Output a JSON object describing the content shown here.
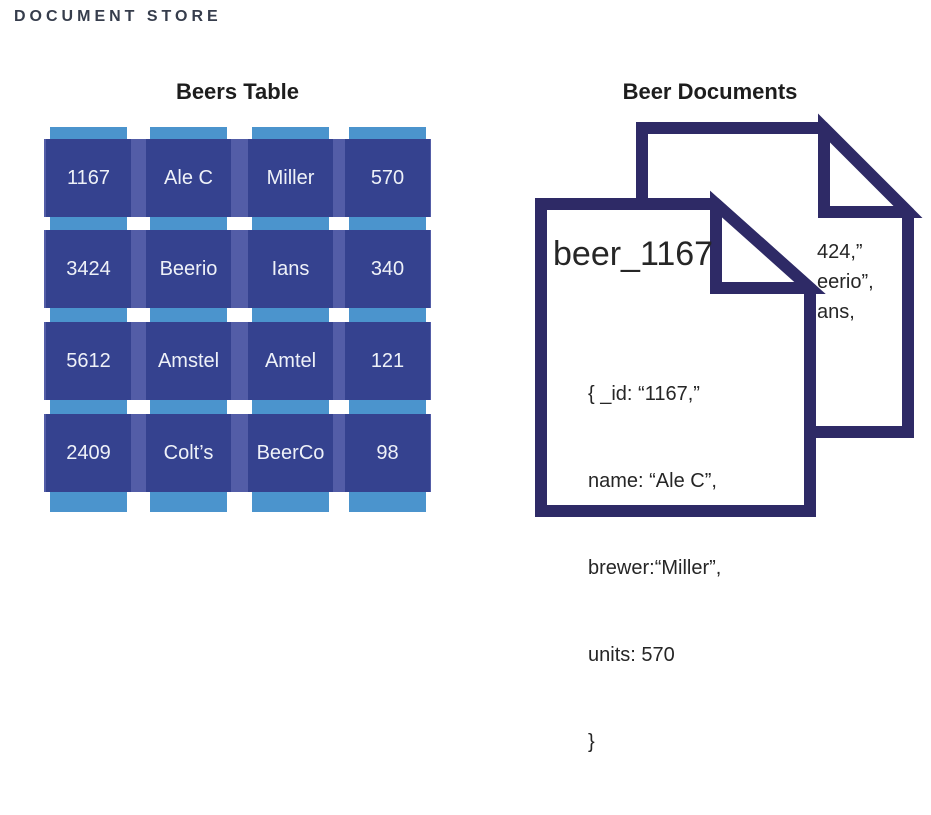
{
  "page": {
    "title": "DOCUMENT STORE"
  },
  "beers_table": {
    "heading": "Beers Table",
    "rows": [
      [
        "1167",
        "Ale C",
        "Miller",
        "570"
      ],
      [
        "3424",
        "Beerio",
        "Ians",
        "340"
      ],
      [
        "5612",
        "Amstel",
        "Amtel",
        "121"
      ],
      [
        "2409",
        "Colt’s",
        "BeerCo",
        "98"
      ]
    ]
  },
  "beer_documents": {
    "heading": "Beer Documents",
    "front_document": {
      "title": "beer_1167",
      "body_lines": [
        "{ _id: “1167,”",
        "name: “Ale C”,",
        "brewer:“Miller”,",
        "units: 570",
        "}"
      ]
    },
    "back_document": {
      "visible_lines": [
        "424,”",
        "eerio”,",
        "ans,"
      ]
    }
  },
  "colors": {
    "column_strip": "#4b94cd",
    "row_band": "#535da7",
    "table_cell": "#35428f",
    "document_outline": "#2e2a66",
    "title_text": "#363d4c"
  }
}
